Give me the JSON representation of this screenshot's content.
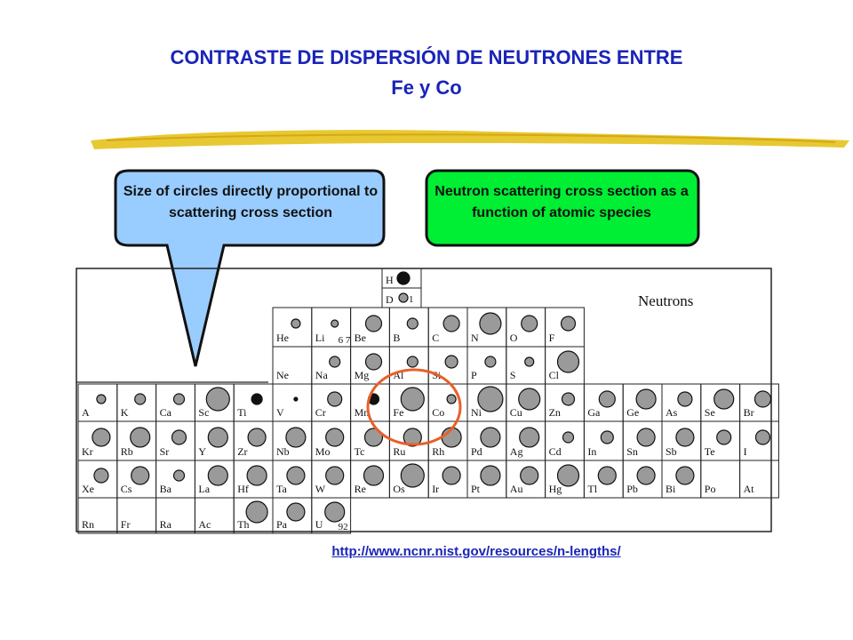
{
  "slide": {
    "title_line1": "CONTRASTE DE DISPERSIÓN DE NEUTRONES ENTRE",
    "title_line2": "Fe y Co",
    "callout_left": "Size of circles directly proportional to scattering cross section",
    "callout_right": "Neutron scattering cross section as a function of atomic species",
    "url": "http://www.ncnr.nist.gov/resources/n-lengths/",
    "colors": {
      "title": "#1a24b8",
      "callout_left": "#99ccff",
      "callout_right": "#00ee33",
      "highlight": "#e8602a",
      "brush": "#e8c832"
    }
  },
  "table": {
    "label": "Neutrons",
    "highlighted": [
      "Fe",
      "Co"
    ],
    "cells": [
      {
        "sym": "H",
        "row": 0,
        "col": 8,
        "size": 7,
        "solid": true,
        "note": ""
      },
      {
        "sym": "D",
        "row": 0.55,
        "col": 8,
        "size": 5,
        "solid": false,
        "note": "1"
      },
      {
        "sym": "He",
        "row": 1,
        "col": 0,
        "size": 5,
        "solid": false,
        "note": ""
      },
      {
        "sym": "Li",
        "row": 1,
        "col": 1,
        "size": 4,
        "solid": false,
        "note": "6 7"
      },
      {
        "sym": "Be",
        "row": 1,
        "col": 2,
        "size": 9,
        "solid": false,
        "note": ""
      },
      {
        "sym": "B",
        "row": 1,
        "col": 3,
        "size": 6,
        "solid": false,
        "note": ""
      },
      {
        "sym": "C",
        "row": 1,
        "col": 4,
        "size": 9,
        "solid": false,
        "note": ""
      },
      {
        "sym": "N",
        "row": 1,
        "col": 5,
        "size": 12,
        "solid": false,
        "note": ""
      },
      {
        "sym": "O",
        "row": 1,
        "col": 6,
        "size": 9,
        "solid": false,
        "note": ""
      },
      {
        "sym": "F",
        "row": 1,
        "col": 7,
        "size": 8,
        "solid": false,
        "note": ""
      },
      {
        "sym": "Ne",
        "row": 2,
        "col": 0,
        "size": 0,
        "solid": false,
        "note": ""
      },
      {
        "sym": "Na",
        "row": 2,
        "col": 1,
        "size": 6,
        "solid": false,
        "note": ""
      },
      {
        "sym": "Mg",
        "row": 2,
        "col": 2,
        "size": 9,
        "solid": false,
        "note": ""
      },
      {
        "sym": "Al",
        "row": 2,
        "col": 3,
        "size": 6,
        "solid": false,
        "note": ""
      },
      {
        "sym": "Si",
        "row": 2,
        "col": 4,
        "size": 7,
        "solid": false,
        "note": ""
      },
      {
        "sym": "P",
        "row": 2,
        "col": 5,
        "size": 6,
        "solid": false,
        "note": ""
      },
      {
        "sym": "S",
        "row": 2,
        "col": 6,
        "size": 5,
        "solid": false,
        "note": ""
      },
      {
        "sym": "Cl",
        "row": 2,
        "col": 7,
        "size": 12,
        "solid": false,
        "note": ""
      },
      {
        "sym": "A",
        "row": 3,
        "col": 0,
        "size": 5,
        "solid": false,
        "note": ""
      },
      {
        "sym": "K",
        "row": 3,
        "col": 1,
        "size": 6,
        "solid": false,
        "note": ""
      },
      {
        "sym": "Ca",
        "row": 3,
        "col": 2,
        "size": 6,
        "solid": false,
        "note": ""
      },
      {
        "sym": "Sc",
        "row": 3,
        "col": 3,
        "size": 13,
        "solid": false,
        "note": ""
      },
      {
        "sym": "Ti",
        "row": 3,
        "col": 4,
        "size": 6,
        "solid": true,
        "note": ""
      },
      {
        "sym": "V",
        "row": 3,
        "col": 5,
        "size": 2,
        "solid": true,
        "note": ""
      },
      {
        "sym": "Cr",
        "row": 3,
        "col": 6,
        "size": 8,
        "solid": false,
        "note": ""
      },
      {
        "sym": "Mn",
        "row": 3,
        "col": 7,
        "size": 6,
        "solid": true,
        "note": ""
      },
      {
        "sym": "Fe",
        "row": 3,
        "col": 8,
        "size": 13,
        "solid": false,
        "note": ""
      },
      {
        "sym": "Co",
        "row": 3,
        "col": 9,
        "size": 5,
        "solid": false,
        "note": ""
      },
      {
        "sym": "Ni",
        "row": 3,
        "col": 10,
        "size": 14,
        "solid": false,
        "note": ""
      },
      {
        "sym": "Cu",
        "row": 3,
        "col": 11,
        "size": 12,
        "solid": false,
        "note": ""
      },
      {
        "sym": "Zn",
        "row": 3,
        "col": 12,
        "size": 7,
        "solid": false,
        "note": ""
      },
      {
        "sym": "Ga",
        "row": 3,
        "col": 13,
        "size": 9,
        "solid": false,
        "note": ""
      },
      {
        "sym": "Ge",
        "row": 3,
        "col": 14,
        "size": 11,
        "solid": false,
        "note": ""
      },
      {
        "sym": "As",
        "row": 3,
        "col": 15,
        "size": 8,
        "solid": false,
        "note": ""
      },
      {
        "sym": "Se",
        "row": 3,
        "col": 16,
        "size": 11,
        "solid": false,
        "note": ""
      },
      {
        "sym": "Br",
        "row": 3,
        "col": 17,
        "size": 9,
        "solid": false,
        "note": ""
      },
      {
        "sym": "Kr",
        "row": 4,
        "col": 0,
        "size": 10,
        "solid": false,
        "note": ""
      },
      {
        "sym": "Rb",
        "row": 4,
        "col": 1,
        "size": 11,
        "solid": false,
        "note": ""
      },
      {
        "sym": "Sr",
        "row": 4,
        "col": 2,
        "size": 8,
        "solid": false,
        "note": ""
      },
      {
        "sym": "Y",
        "row": 4,
        "col": 3,
        "size": 11,
        "solid": false,
        "note": ""
      },
      {
        "sym": "Zr",
        "row": 4,
        "col": 4,
        "size": 10,
        "solid": false,
        "note": ""
      },
      {
        "sym": "Nb",
        "row": 4,
        "col": 5,
        "size": 11,
        "solid": false,
        "note": ""
      },
      {
        "sym": "Mo",
        "row": 4,
        "col": 6,
        "size": 10,
        "solid": false,
        "note": ""
      },
      {
        "sym": "Tc",
        "row": 4,
        "col": 7,
        "size": 10,
        "solid": false,
        "note": ""
      },
      {
        "sym": "Ru",
        "row": 4,
        "col": 8,
        "size": 10,
        "solid": false,
        "note": ""
      },
      {
        "sym": "Rh",
        "row": 4,
        "col": 9,
        "size": 11,
        "solid": false,
        "note": ""
      },
      {
        "sym": "Pd",
        "row": 4,
        "col": 10,
        "size": 11,
        "solid": false,
        "note": ""
      },
      {
        "sym": "Ag",
        "row": 4,
        "col": 11,
        "size": 11,
        "solid": false,
        "note": ""
      },
      {
        "sym": "Cd",
        "row": 4,
        "col": 12,
        "size": 6,
        "solid": false,
        "note": ""
      },
      {
        "sym": "In",
        "row": 4,
        "col": 13,
        "size": 7,
        "solid": false,
        "note": ""
      },
      {
        "sym": "Sn",
        "row": 4,
        "col": 14,
        "size": 10,
        "solid": false,
        "note": ""
      },
      {
        "sym": "Sb",
        "row": 4,
        "col": 15,
        "size": 10,
        "solid": false,
        "note": ""
      },
      {
        "sym": "Te",
        "row": 4,
        "col": 16,
        "size": 8,
        "solid": false,
        "note": ""
      },
      {
        "sym": "I",
        "row": 4,
        "col": 17,
        "size": 8,
        "solid": false,
        "note": ""
      },
      {
        "sym": "Xe",
        "row": 5,
        "col": 0,
        "size": 8,
        "solid": false,
        "note": ""
      },
      {
        "sym": "Cs",
        "row": 5,
        "col": 1,
        "size": 10,
        "solid": false,
        "note": ""
      },
      {
        "sym": "Ba",
        "row": 5,
        "col": 2,
        "size": 6,
        "solid": false,
        "note": ""
      },
      {
        "sym": "La",
        "row": 5,
        "col": 3,
        "size": 11,
        "solid": false,
        "note": ""
      },
      {
        "sym": "Hf",
        "row": 5,
        "col": 4,
        "size": 11,
        "solid": false,
        "note": ""
      },
      {
        "sym": "Ta",
        "row": 5,
        "col": 5,
        "size": 10,
        "solid": false,
        "note": ""
      },
      {
        "sym": "W",
        "row": 5,
        "col": 6,
        "size": 10,
        "solid": false,
        "note": ""
      },
      {
        "sym": "Re",
        "row": 5,
        "col": 7,
        "size": 11,
        "solid": false,
        "note": ""
      },
      {
        "sym": "Os",
        "row": 5,
        "col": 8,
        "size": 13,
        "solid": false,
        "note": ""
      },
      {
        "sym": "Ir",
        "row": 5,
        "col": 9,
        "size": 10,
        "solid": false,
        "note": ""
      },
      {
        "sym": "Pt",
        "row": 5,
        "col": 10,
        "size": 11,
        "solid": false,
        "note": ""
      },
      {
        "sym": "Au",
        "row": 5,
        "col": 11,
        "size": 10,
        "solid": false,
        "note": ""
      },
      {
        "sym": "Hg",
        "row": 5,
        "col": 12,
        "size": 12,
        "solid": false,
        "note": ""
      },
      {
        "sym": "Tl",
        "row": 5,
        "col": 13,
        "size": 10,
        "solid": false,
        "note": ""
      },
      {
        "sym": "Pb",
        "row": 5,
        "col": 14,
        "size": 10,
        "solid": false,
        "note": ""
      },
      {
        "sym": "Bi",
        "row": 5,
        "col": 15,
        "size": 10,
        "solid": false,
        "note": ""
      },
      {
        "sym": "Po",
        "row": 5,
        "col": 16,
        "size": 0,
        "solid": false,
        "note": ""
      },
      {
        "sym": "At",
        "row": 5,
        "col": 17,
        "size": 0,
        "solid": false,
        "note": ""
      },
      {
        "sym": "Rn",
        "row": 6,
        "col": 0,
        "size": 0,
        "solid": false,
        "note": ""
      },
      {
        "sym": "Fr",
        "row": 6,
        "col": 1,
        "size": 0,
        "solid": false,
        "note": ""
      },
      {
        "sym": "Ra",
        "row": 6,
        "col": 2,
        "size": 0,
        "solid": false,
        "note": ""
      },
      {
        "sym": "Ac",
        "row": 6,
        "col": 3,
        "size": 0,
        "solid": false,
        "note": ""
      },
      {
        "sym": "Th",
        "row": 6,
        "col": 4,
        "size": 12,
        "solid": false,
        "note": ""
      },
      {
        "sym": "Pa",
        "row": 6,
        "col": 5,
        "size": 10,
        "solid": false,
        "note": ""
      },
      {
        "sym": "U",
        "row": 6,
        "col": 6,
        "size": 11,
        "solid": false,
        "note": "92"
      }
    ]
  }
}
